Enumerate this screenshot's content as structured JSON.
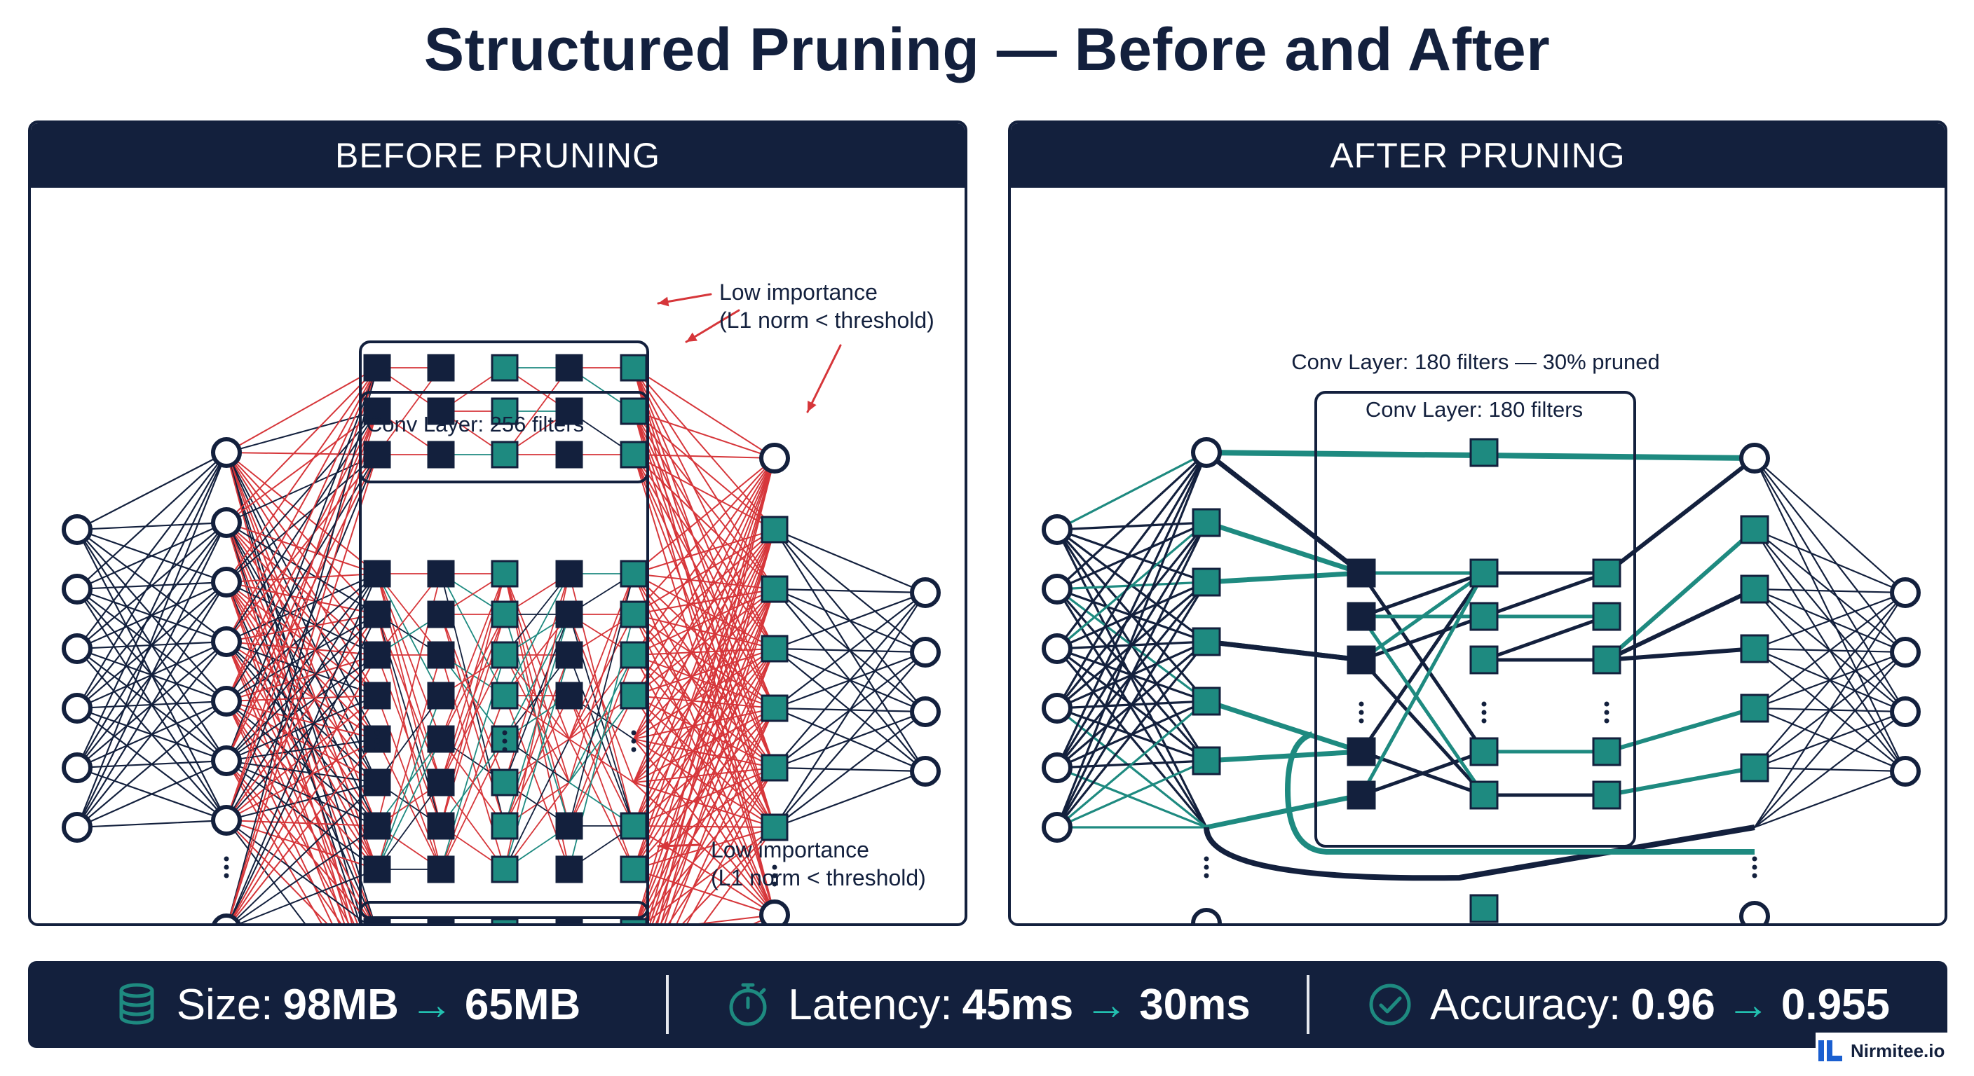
{
  "title": "Structured Pruning — Before and After",
  "before": {
    "header": "BEFORE PRUNING",
    "layer_label": "Conv Layer: 256 filters",
    "note_top_line1": "Low importance",
    "note_top_line2": "(L1 norm < threshold)",
    "note_bottom_line1": "Low importance",
    "note_bottom_line2": "(L1 norm < threshold)"
  },
  "after": {
    "header": "AFTER PRUNING",
    "summary_label": "Conv Layer: 180 filters — 30% pruned",
    "layer_label": "Conv Layer: 180 filters"
  },
  "stats": [
    {
      "icon": "database-icon",
      "label": "Size:",
      "from": "98MB",
      "to": "65MB"
    },
    {
      "icon": "stopwatch-icon",
      "label": "Latency:",
      "from": "45ms",
      "to": "30ms"
    },
    {
      "icon": "check-circle-icon",
      "label": "Accuracy:",
      "from": "0.96",
      "to": "0.955"
    }
  ],
  "arrow_glyph": "→",
  "brand": "Nirmitee.io",
  "colors": {
    "navy": "#13203d",
    "teal": "#1e8a80",
    "red": "#d6363a"
  }
}
